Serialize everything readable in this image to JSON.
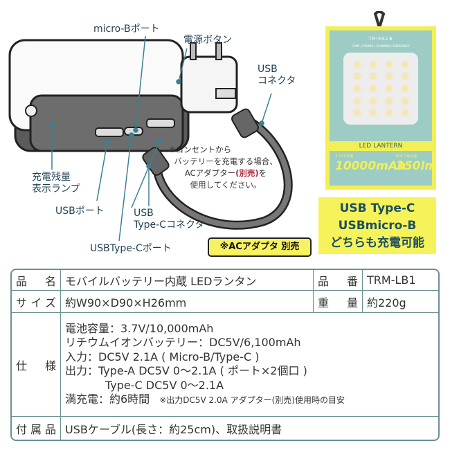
{
  "labels": {
    "micro_b_port": "micro-Bポート",
    "power_button": "電源ボタン",
    "usb_connector": [
      "USB",
      "コネクタ"
    ],
    "battery_indicator": [
      "充電残量",
      "表示ランプ"
    ],
    "usb_port": "USBポート",
    "usb_type_c_connector": [
      "USB",
      "Type-Cコネクタ"
    ],
    "usb_type_c_port": "USBType-Cポート"
  },
  "note": {
    "lines": [
      "※コンセントから",
      "バッテリーを充電する場合、"
    ],
    "line3_prefix": "ACアダプター",
    "line3_red": "(別売)",
    "line3_suffix": "を",
    "line4": "使用してください。"
  },
  "ac_badge": "※ACアダプタ 別売",
  "callout": [
    "USB Type-C",
    "USBmicro-B",
    "どちらも充電可能"
  ],
  "package": {
    "brand": "TRIFACE",
    "tagline": "CAMP / FISHING / CLIMBING / EMERGENCY",
    "band": "LED LANTERN",
    "capacity_label": "3.7V大容量",
    "capacity": "10000mAh",
    "lumen_label": "明るさ最大値",
    "lumen": "350lm"
  },
  "spec": {
    "name_label": "品　名",
    "name": "モバイルバッテリー内蔵 LEDランタン",
    "model_label": "品　番",
    "model": "TRM-LB1",
    "size_label": "サイズ",
    "size": "約W90×D90×H26mm",
    "weight_label": "重　量",
    "weight": "約220g",
    "spec_label": "仕　様",
    "spec_lines": [
      "電池容量：3.7V/10,000mAh",
      "リチウムイオンバッテリー：DC5V/6,100mAh",
      "入力：DC5V  2.1A ( Micro-B/Type-C )",
      "出力：Type-A  DC5V 0～2.1A ( ポート×2個口 )",
      "Type-C  DC5V 0～2.1A"
    ],
    "full_charge": "満充電：約6時間",
    "full_charge_note": "※出力DC5V 2.0A アダプター(別売)使用時の目安",
    "accessories_label": "付属品",
    "accessories": "USBケーブル(長さ：約25cm)、取扱説明書"
  }
}
